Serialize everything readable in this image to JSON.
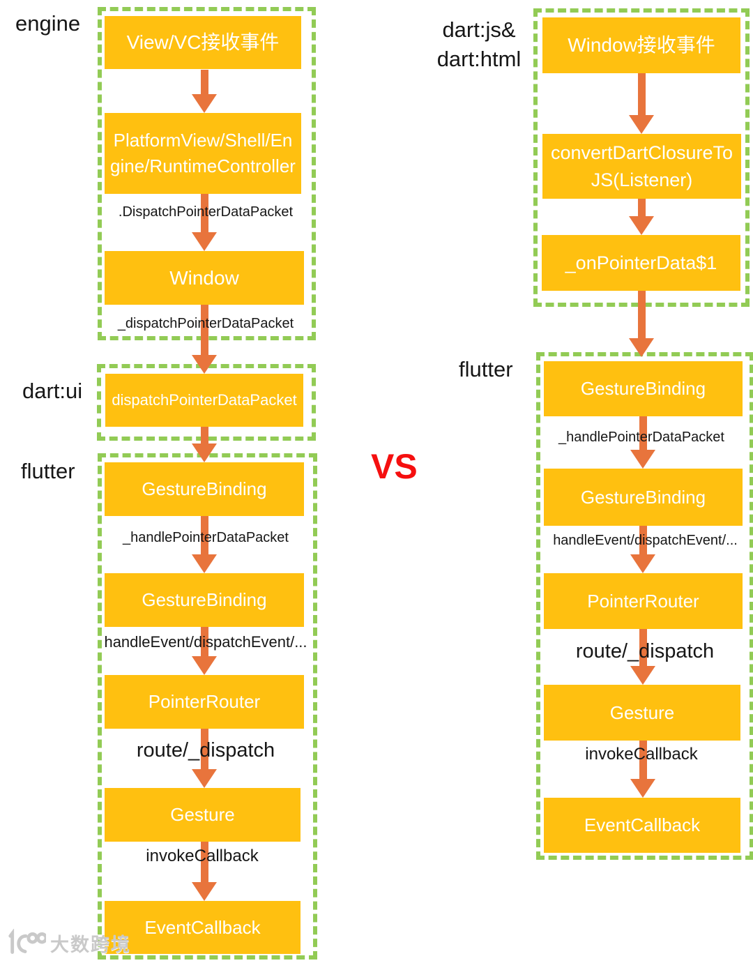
{
  "vs_label": "VS",
  "colors": {
    "node_fill": "#FFC010",
    "arrow": "#E8743C",
    "group_border": "#92CB55",
    "vs_red": "#F50F0F"
  },
  "left": {
    "engine": {
      "label": "engine",
      "node_view": "View/VC接收事件",
      "node_platform": "PlatformView/Shell/Engine/RuntimeController",
      "edge_dispatch_packet": ".DispatchPointerDataPacket",
      "node_window": "Window",
      "edge_dispatch_packet2": "_dispatchPointerDataPacket"
    },
    "dartui": {
      "label": "dart:ui",
      "node_dispatch": "dispatchPointerDataPacket"
    },
    "flutter": {
      "label": "flutter",
      "node_gesture_binding1": "GestureBinding",
      "edge_handle_packet": "_handlePointerDataPacket",
      "node_gesture_binding2": "GestureBinding",
      "edge_handle_event": "handleEvent/dispatchEvent/...",
      "node_pointer_router": "PointerRouter",
      "edge_route": "route/_dispatch",
      "node_gesture": "Gesture",
      "edge_invoke": "invokeCallback",
      "node_event_callback": "EventCallback"
    }
  },
  "right": {
    "dartjs": {
      "label_line1": "dart:js&",
      "label_line2": "dart:html",
      "node_window": "Window接收事件",
      "node_convert": "convertDartClosureToJS(Listener)",
      "node_onpointer": "_onPointerData$1"
    },
    "flutter": {
      "label": "flutter",
      "node_gesture_binding1": "GestureBinding",
      "edge_handle_packet": "_handlePointerDataPacket",
      "node_gesture_binding2": "GestureBinding",
      "edge_handle_event": "handleEvent/dispatchEvent/...",
      "node_pointer_router": "PointerRouter",
      "edge_route": "route/_dispatch",
      "node_gesture": "Gesture",
      "edge_invoke": "invokeCallback",
      "node_event_callback": "EventCallback"
    }
  },
  "watermark": {
    "text": "大数跨境"
  }
}
